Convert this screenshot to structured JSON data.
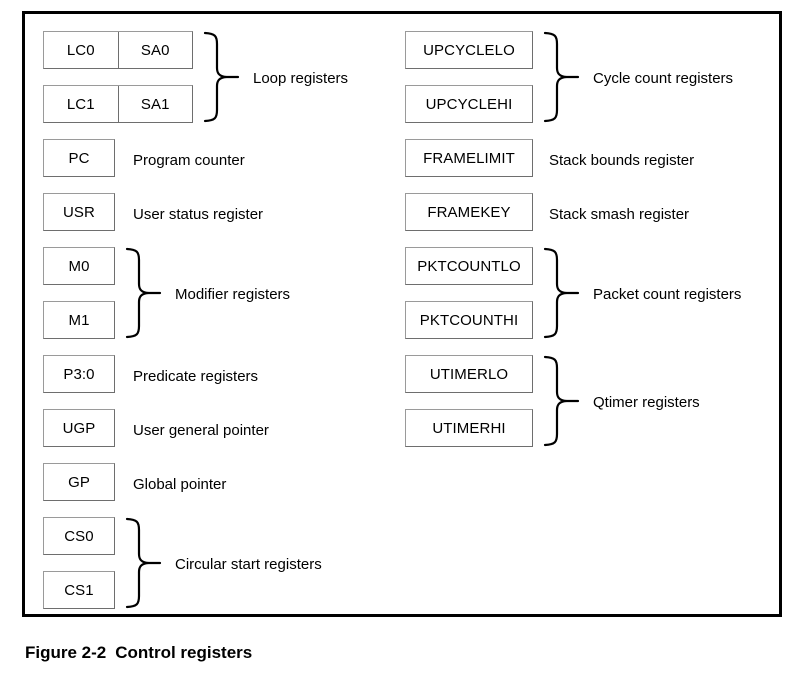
{
  "figure": {
    "caption_number": "Figure 2-2",
    "caption_title": "Control registers",
    "border_color": "#000000",
    "box_border_color": "#808080",
    "text_color": "#000000",
    "background_color": "#ffffff"
  },
  "left_column": {
    "groups": [
      {
        "id": "loop-registers",
        "label": "Loop registers",
        "has_brace": true,
        "boxes": [
          {
            "cells": [
              "LC0",
              "SA0"
            ],
            "split": true
          },
          {
            "cells": [
              "LC1",
              "SA1"
            ],
            "split": true
          }
        ]
      },
      {
        "id": "program-counter",
        "label": "Program counter",
        "has_brace": false,
        "boxes": [
          {
            "cells": [
              "PC"
            ],
            "split": false
          }
        ]
      },
      {
        "id": "user-status-register",
        "label": "User status register",
        "has_brace": false,
        "boxes": [
          {
            "cells": [
              "USR"
            ],
            "split": false
          }
        ]
      },
      {
        "id": "modifier-registers",
        "label": "Modifier registers",
        "has_brace": true,
        "boxes": [
          {
            "cells": [
              "M0"
            ],
            "split": false
          },
          {
            "cells": [
              "M1"
            ],
            "split": false
          }
        ]
      },
      {
        "id": "predicate-registers",
        "label": "Predicate registers",
        "has_brace": false,
        "boxes": [
          {
            "cells": [
              "P3:0"
            ],
            "split": false
          }
        ]
      },
      {
        "id": "user-general-pointer",
        "label": "User general pointer",
        "has_brace": false,
        "boxes": [
          {
            "cells": [
              "UGP"
            ],
            "split": false
          }
        ]
      },
      {
        "id": "global-pointer",
        "label": "Global pointer",
        "has_brace": false,
        "boxes": [
          {
            "cells": [
              "GP"
            ],
            "split": false
          }
        ]
      },
      {
        "id": "circular-start-registers",
        "label": "Circular start registers",
        "has_brace": true,
        "boxes": [
          {
            "cells": [
              "CS0"
            ],
            "split": false
          },
          {
            "cells": [
              "CS1"
            ],
            "split": false
          }
        ]
      }
    ]
  },
  "right_column": {
    "groups": [
      {
        "id": "cycle-count-registers",
        "label": "Cycle count registers",
        "has_brace": true,
        "boxes": [
          {
            "cells": [
              "UPCYCLELO"
            ],
            "split": false
          },
          {
            "cells": [
              "UPCYCLEHI"
            ],
            "split": false
          }
        ]
      },
      {
        "id": "stack-bounds-register",
        "label": "Stack bounds register",
        "has_brace": false,
        "boxes": [
          {
            "cells": [
              "FRAMELIMIT"
            ],
            "split": false
          }
        ]
      },
      {
        "id": "stack-smash-register",
        "label": "Stack smash register",
        "has_brace": false,
        "boxes": [
          {
            "cells": [
              "FRAMEKEY"
            ],
            "split": false
          }
        ]
      },
      {
        "id": "packet-count-registers",
        "label": "Packet count registers",
        "has_brace": true,
        "boxes": [
          {
            "cells": [
              "PKTCOUNTLO"
            ],
            "split": false
          },
          {
            "cells": [
              "PKTCOUNTHI"
            ],
            "split": false
          }
        ]
      },
      {
        "id": "qtimer-registers",
        "label": "Qtimer registers",
        "has_brace": true,
        "boxes": [
          {
            "cells": [
              "UTIMERLO"
            ],
            "split": false
          },
          {
            "cells": [
              "UTIMERHI"
            ],
            "split": false
          }
        ]
      }
    ]
  },
  "boxes_flat": {
    "LC0": "LC0",
    "SA0": "SA0",
    "LC1": "LC1",
    "SA1": "SA1",
    "PC": "PC",
    "USR": "USR",
    "M0": "M0",
    "M1": "M1",
    "P30": "P3:0",
    "UGP": "UGP",
    "GP": "GP",
    "CS0": "CS0",
    "CS1": "CS1",
    "UPCYCLELO": "UPCYCLELO",
    "UPCYCLEHI": "UPCYCLEHI",
    "FRAMELIMIT": "FRAMELIMIT",
    "FRAMEKEY": "FRAMEKEY",
    "PKTCOUNTLO": "PKTCOUNTLO",
    "PKTCOUNTHI": "PKTCOUNTHI",
    "UTIMERLO": "UTIMERLO",
    "UTIMERHI": "UTIMERHI"
  },
  "labels_flat": {
    "loop": "Loop registers",
    "program_counter": "Program counter",
    "user_status": "User status register",
    "modifier": "Modifier registers",
    "predicate": "Predicate registers",
    "user_general_pointer": "User general pointer",
    "global_pointer": "Global pointer",
    "circular_start": "Circular start registers",
    "cycle_count": "Cycle count registers",
    "stack_bounds": "Stack bounds register",
    "stack_smash": "Stack smash register",
    "packet_count": "Packet count registers",
    "qtimer": "Qtimer registers"
  }
}
